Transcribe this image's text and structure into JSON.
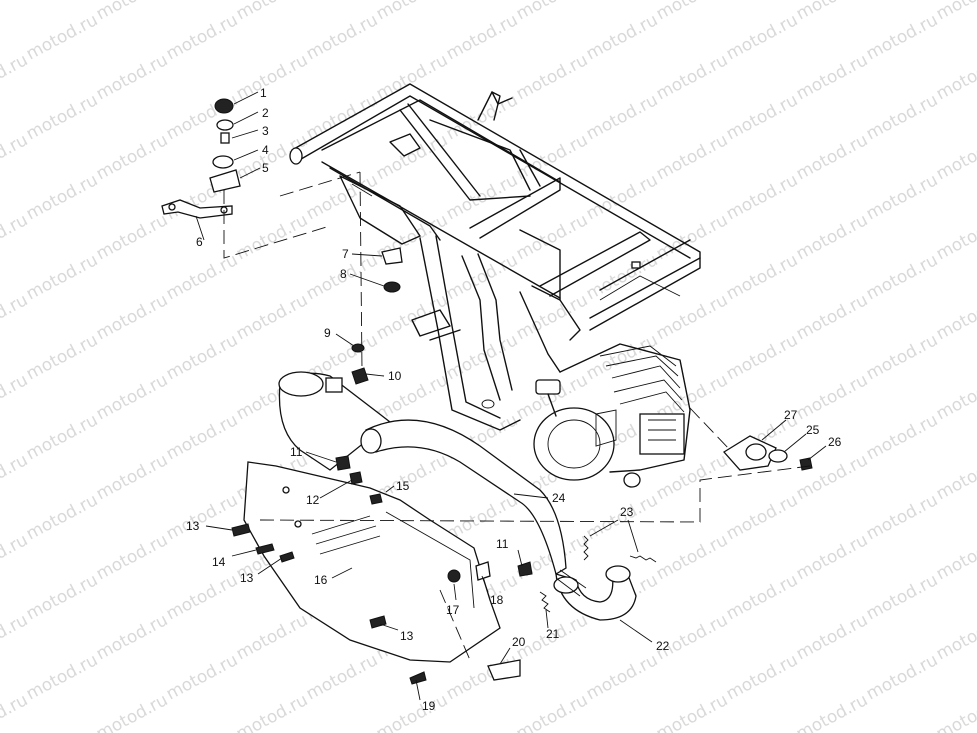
{
  "watermark": {
    "text": "motod.ru",
    "color": "#d9d9d9"
  },
  "labels": {
    "p1": "1",
    "p2": "2",
    "p3": "3",
    "p4": "4",
    "p5": "5",
    "p6": "6",
    "p7": "7",
    "p8": "8",
    "p9": "9",
    "p10": "10",
    "p11a": "11",
    "p11b": "11",
    "p12": "12",
    "p13a": "13",
    "p13b": "13",
    "p13c": "13",
    "p14": "14",
    "p15": "15",
    "p16": "16",
    "p17": "17",
    "p18": "18",
    "p19": "19",
    "p20": "20",
    "p21": "21",
    "p22": "22",
    "p23": "23",
    "p24": "24",
    "p25": "25",
    "p26": "26",
    "p27": "27"
  }
}
